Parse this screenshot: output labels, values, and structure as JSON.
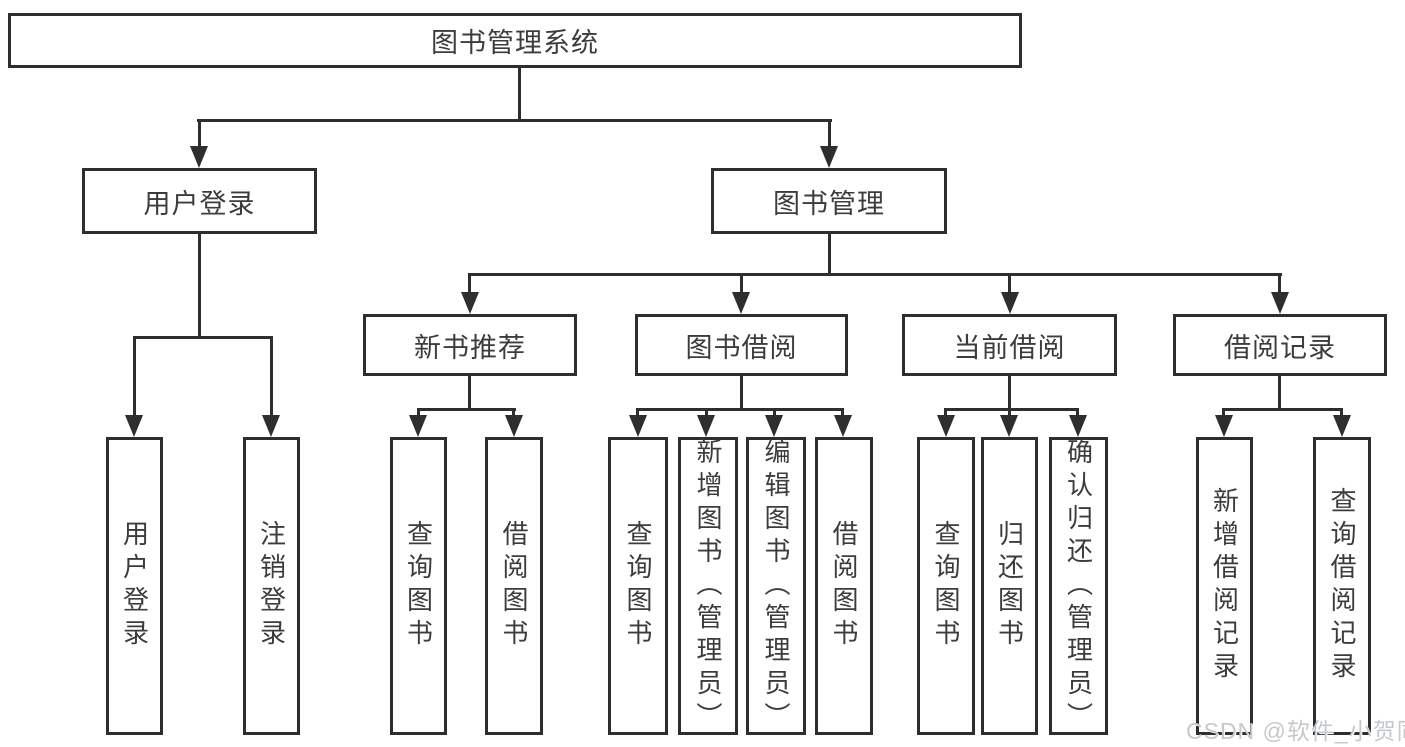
{
  "colors": {
    "line": "#2e2e2e",
    "box_border": "#2e2e2e",
    "box_background": "#ffffff",
    "text": "#3c3c3c",
    "watermark": "#c6c9cc",
    "page_background": "#ffffff"
  },
  "tree": {
    "root": {
      "label": "图书管理系统"
    },
    "user": {
      "label": "用户登录",
      "children": [
        {
          "label": "用户登录"
        },
        {
          "label": "注销登录"
        }
      ]
    },
    "book": {
      "label": "图书管理",
      "groups": [
        {
          "label": "新书推荐",
          "children": [
            {
              "label": "查询图书"
            },
            {
              "label": "借阅图书"
            }
          ]
        },
        {
          "label": "图书借阅",
          "children": [
            {
              "label": "查询图书"
            },
            {
              "label": "新增图书（管理员）"
            },
            {
              "label": "编辑图书（管理员）"
            },
            {
              "label": "借阅图书"
            }
          ]
        },
        {
          "label": "当前借阅",
          "children": [
            {
              "label": "查询图书"
            },
            {
              "label": "归还图书"
            },
            {
              "label": "确认归还（管理员）"
            }
          ]
        },
        {
          "label": "借阅记录",
          "children": [
            {
              "label": "新增借阅记录"
            },
            {
              "label": "查询借阅记录"
            }
          ]
        }
      ]
    }
  },
  "watermark": {
    "text": "CSDN @软件_小贺同学"
  }
}
